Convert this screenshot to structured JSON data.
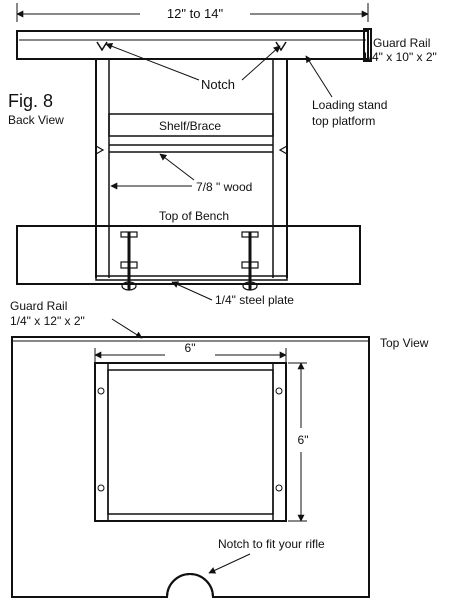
{
  "figure": {
    "fig_number": "Fig. 8",
    "back_view": "Back View",
    "top_view": "Top View"
  },
  "back_view": {
    "width_dim": "12\" to 14\"",
    "guard_rail_label": "Guard Rail",
    "guard_rail_size": "1/4\" x 10\" x 2\"",
    "notch": "Notch",
    "loading_stand_line1": "Loading stand",
    "loading_stand_line2": "top platform",
    "shelf_brace": "Shelf/Brace",
    "wood": "7/8 \" wood",
    "top_of_bench": "Top of Bench",
    "steel_plate": "1/4\" steel plate"
  },
  "top_view": {
    "guard_rail_label": "Guard Rail",
    "guard_rail_size": "1/4\" x 12\" x 2\"",
    "width_dim": "6\"",
    "height_dim": "6\"",
    "notch_note": "Notch to fit your rifle"
  },
  "colors": {
    "ink": "#111111",
    "background": "#ffffff"
  }
}
